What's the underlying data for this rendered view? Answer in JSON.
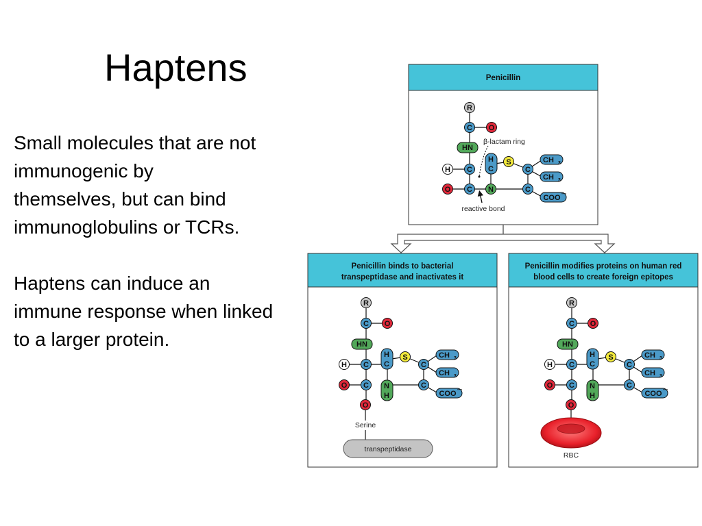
{
  "title": "Haptens",
  "paragraphs": [
    "Small molecules that are not\nimmunogenic by\nthemselves, but can bind\nimmunoglobulins or TCRs.",
    "Haptens can induce an\nimmune response when linked\nto a larger protein."
  ],
  "figure": {
    "top_panel": {
      "header": "Penicillin",
      "beta_lactam_label": "β-lactam ring",
      "reactive_bond_label": "reactive bond"
    },
    "left_panel": {
      "header_line1": "Penicillin binds to bacterial",
      "header_line2": "transpeptidase and inactivates it",
      "serine_label": "Serine",
      "enzyme_label": "transpeptidase"
    },
    "right_panel": {
      "header_line1": "Penicillin modifies proteins on human red",
      "header_line2": "blood cells to create foreign epitopes",
      "rbc_label": "RBC"
    },
    "atoms": {
      "R": "R",
      "C": "C",
      "O": "O",
      "HN": "HN",
      "H": "H",
      "N": "N",
      "S": "S",
      "CH": "CH",
      "sub3": "3",
      "COO": "COO",
      "minus": "—"
    },
    "colors": {
      "header_fill": "#45c3d9",
      "carbon": "#4b9ac8",
      "oxygen": "#e0283a",
      "nitrogen": "#52a85a",
      "sulfur": "#f2e93c",
      "hydrogen": "#ffffff",
      "r_group": "#c8c8c8",
      "rbc": "#e8202a",
      "enzyme": "#c4c4c4"
    }
  }
}
